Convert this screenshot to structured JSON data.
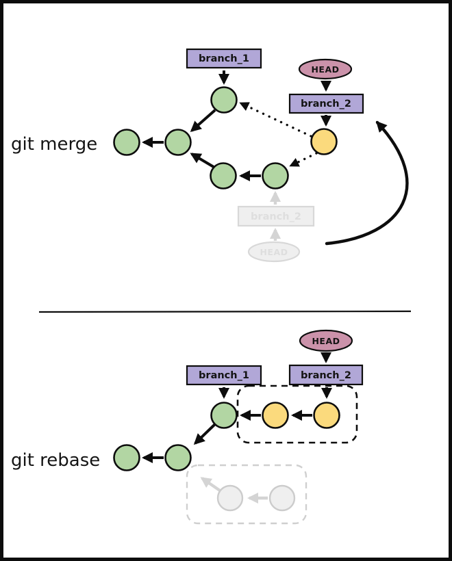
{
  "colors": {
    "commit_green": "#b2d6a3",
    "commit_yellow": "#fbda7d",
    "branch_purple": "#b1a7d7",
    "head_pink": "#cb92aa",
    "ghost_fill": "#efefef",
    "ghost_text": "#dedede",
    "ink": "#0d0d0d"
  },
  "merge_section": {
    "title": "git merge",
    "branch1_label": "branch_1",
    "branch2_label": "branch_2",
    "head_label": "HEAD",
    "ghost_branch2_label": "branch_2",
    "ghost_head_label": "HEAD"
  },
  "rebase_section": {
    "title": "git rebase",
    "branch1_label": "branch_1",
    "branch2_label": "branch_2",
    "head_label": "HEAD"
  }
}
